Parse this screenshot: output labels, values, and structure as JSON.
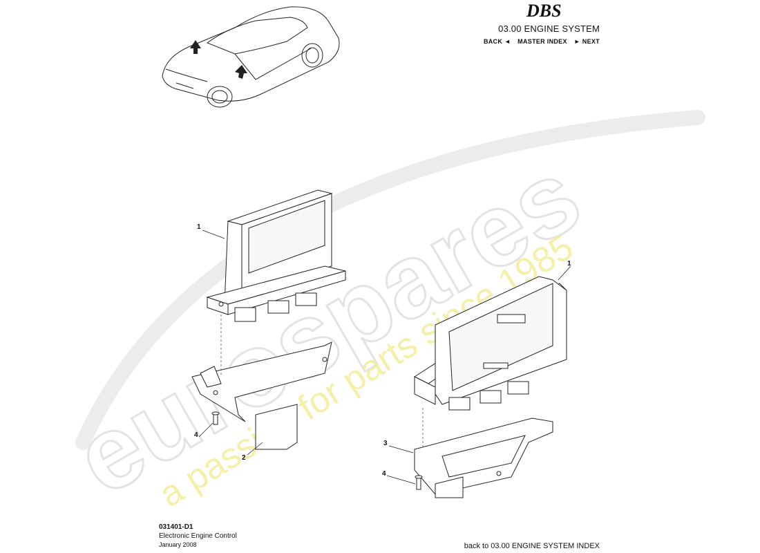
{
  "header": {
    "brand_logo": "DBS",
    "section_title": "03.00 ENGINE SYSTEM",
    "nav": {
      "back": "BACK",
      "master_index": "MASTER INDEX",
      "next": "NEXT"
    }
  },
  "watermark": {
    "wordmark": "eurospares",
    "tagline": "a passion for parts since 1985"
  },
  "callouts": {
    "c1a": "1",
    "c1b": "1",
    "c2": "2",
    "c3": "3",
    "c4a": "4",
    "c4b": "4"
  },
  "footer": {
    "drawing_id": "031401-D1",
    "drawing_title": "Electronic Engine Control",
    "date": "January 2008",
    "back_link": "back to 03.00 ENGINE SYSTEM INDEX"
  },
  "colors": {
    "line": "#1a1a1a",
    "watermark_grey": "#e6e6e6",
    "watermark_yellow": "#f3ee9c"
  }
}
